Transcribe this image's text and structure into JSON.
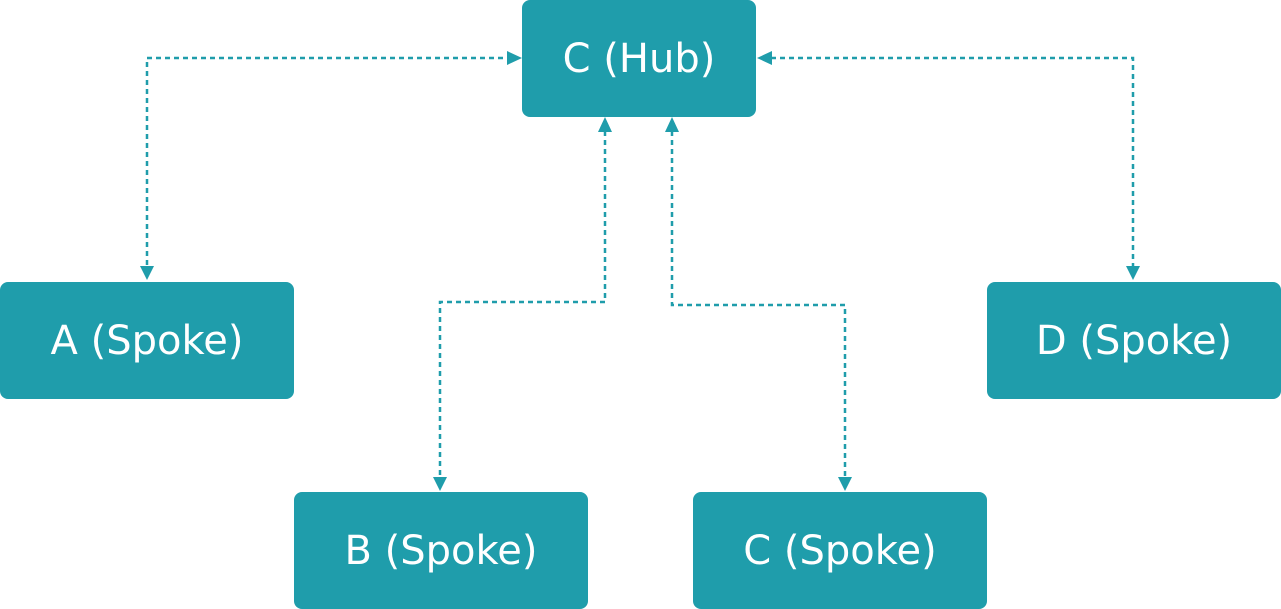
{
  "diagram": {
    "accent_color": "#1f9dab",
    "nodes": {
      "hub": "C (Hub)",
      "spoke_a": "A (Spoke)",
      "spoke_b": "B (Spoke)",
      "spoke_c": "C (Spoke)",
      "spoke_d": "D (Spoke)"
    },
    "connections": [
      {
        "from": "C (Hub)",
        "to": "A (Spoke)",
        "style": "dashed",
        "direction": "bidirectional"
      },
      {
        "from": "C (Hub)",
        "to": "B (Spoke)",
        "style": "dashed",
        "direction": "bidirectional"
      },
      {
        "from": "C (Hub)",
        "to": "C (Spoke)",
        "style": "dashed",
        "direction": "bidirectional"
      },
      {
        "from": "C (Hub)",
        "to": "D (Spoke)",
        "style": "dashed",
        "direction": "bidirectional"
      }
    ]
  }
}
